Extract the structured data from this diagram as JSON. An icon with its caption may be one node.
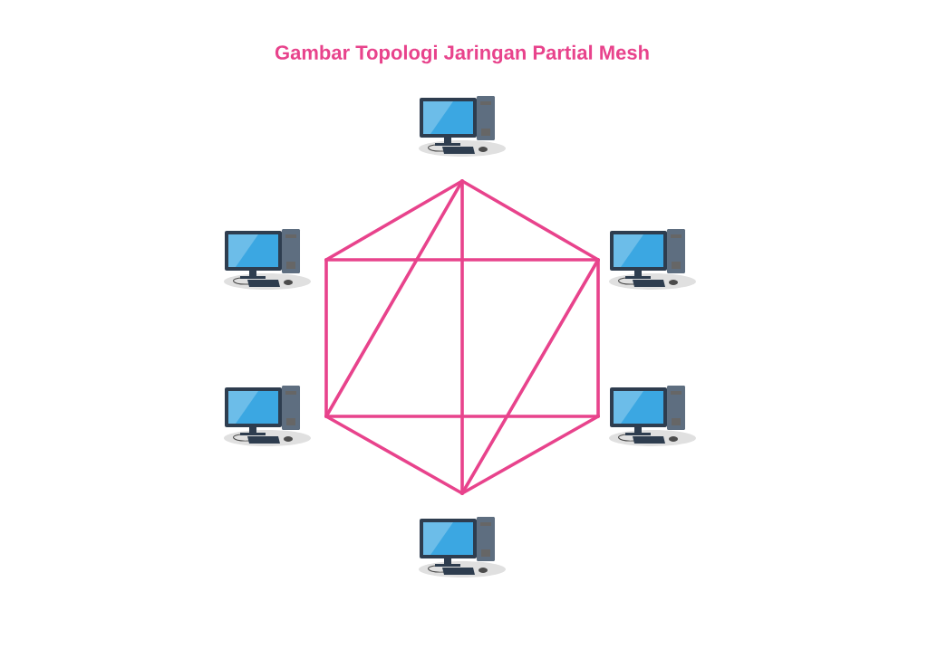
{
  "diagram": {
    "title": "Gambar Topologi Jaringan Partial Mesh",
    "nodes": [
      {
        "text": [],
        "shape": "picture"
      },
      {
        "text": [],
        "shape": "picture"
      },
      {
        "text": [],
        "shape": "picture"
      },
      {
        "text": [],
        "shape": "picture"
      },
      {
        "text": [],
        "shape": "picture"
      },
      {
        "text": [],
        "shape": "picture"
      }
    ],
    "edges": [
      {
        "from": 0,
        "to": 1,
        "arrow": "none"
      },
      {
        "from": 0,
        "to": 2,
        "arrow": "none"
      },
      {
        "from": 1,
        "to": 2,
        "arrow": "none"
      },
      {
        "from": 1,
        "to": 3,
        "arrow": "none"
      },
      {
        "from": 2,
        "to": 4,
        "arrow": "none"
      },
      {
        "from": 3,
        "to": 4,
        "arrow": "none"
      },
      {
        "from": 3,
        "to": 5,
        "arrow": "none"
      },
      {
        "from": 4,
        "to": 5,
        "arrow": "none"
      },
      {
        "from": 0,
        "to": 5,
        "arrow": "none"
      },
      {
        "from": 0,
        "to": 3,
        "arrow": "none"
      },
      {
        "from": 2,
        "to": 5,
        "arrow": "none"
      }
    ]
  }
}
